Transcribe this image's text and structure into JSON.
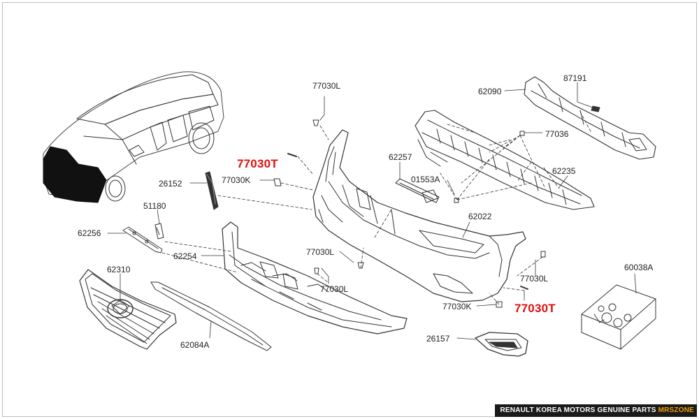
{
  "labels": {
    "p77030L_top": "77030L",
    "p62090": "62090",
    "p87191": "87191",
    "p77036": "77036",
    "p77030T_left": "77030T",
    "p77030K_left": "77030K",
    "p26152": "26152",
    "p62257": "62257",
    "p01553A": "01553A",
    "p62235": "62235",
    "p51180": "51180",
    "p62022": "62022",
    "p62256": "62256",
    "p62254": "62254",
    "p77030L_mid": "77030L",
    "p60038A": "60038A",
    "p62310": "62310",
    "p77030L_low": "77030L",
    "p77030L_right": "77030L",
    "p77030K_right": "77030K",
    "p77030T_right": "77030T",
    "p62084A": "62084A",
    "p26157": "26157"
  },
  "footer": {
    "text": "RENAULT KOREA MOTORS GENUINE PARTS ",
    "brand": "MRSZONE"
  },
  "colors": {
    "line": "#333333",
    "highlight": "#e01010",
    "footer_bg": "#1a1a1a",
    "footer_brand": "#f0a000"
  }
}
